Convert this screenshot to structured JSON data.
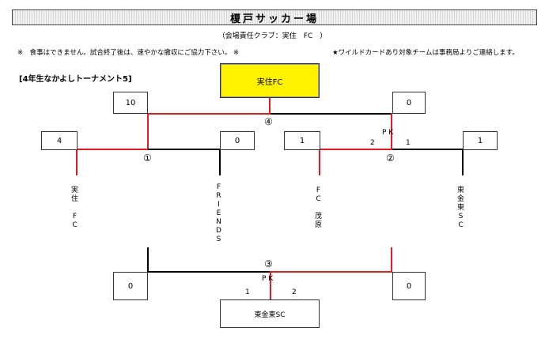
{
  "header": {
    "title": "榎戸サッカー場",
    "subtitle": "（会場責任クラブ：実住　FC　）"
  },
  "notice": {
    "left": "※　食事はできません。試合終了後は、速やかな撤収にご協力下さい。 ※",
    "right": "★ワイルドカードあり対象チームは事務局よりご連絡します。"
  },
  "tournament": {
    "name": "[4年生なかよしトーナメント5]"
  },
  "bracket": {
    "champion": "実住FC",
    "final": {
      "label": "④",
      "left_score": "10",
      "right_score": "0"
    },
    "semi1": {
      "label": "①",
      "left_score": "4",
      "right_score": "0"
    },
    "semi2": {
      "label": "②",
      "left_score": "1",
      "right_score": "1",
      "pk": "P K",
      "pk_left": "2",
      "pk_right": "1"
    },
    "third": {
      "label": "③",
      "left_score": "0",
      "right_score": "0",
      "pk": "P K",
      "pk_left": "1",
      "pk_right": "2",
      "winner": "東金東SC"
    }
  },
  "teams": [
    {
      "name": "実住　FC",
      "chars": [
        "実",
        "住",
        "",
        "F",
        "C"
      ]
    },
    {
      "name": "FRIENDS",
      "chars": [
        "F",
        "R",
        "I",
        "E",
        "N",
        "D",
        "S"
      ]
    },
    {
      "name": "FC　茂原",
      "chars": [
        "F",
        "C",
        "",
        "茂",
        "原"
      ]
    },
    {
      "name": "東金東SC",
      "chars": [
        "東",
        "金",
        "東",
        "S",
        "C"
      ]
    }
  ]
}
